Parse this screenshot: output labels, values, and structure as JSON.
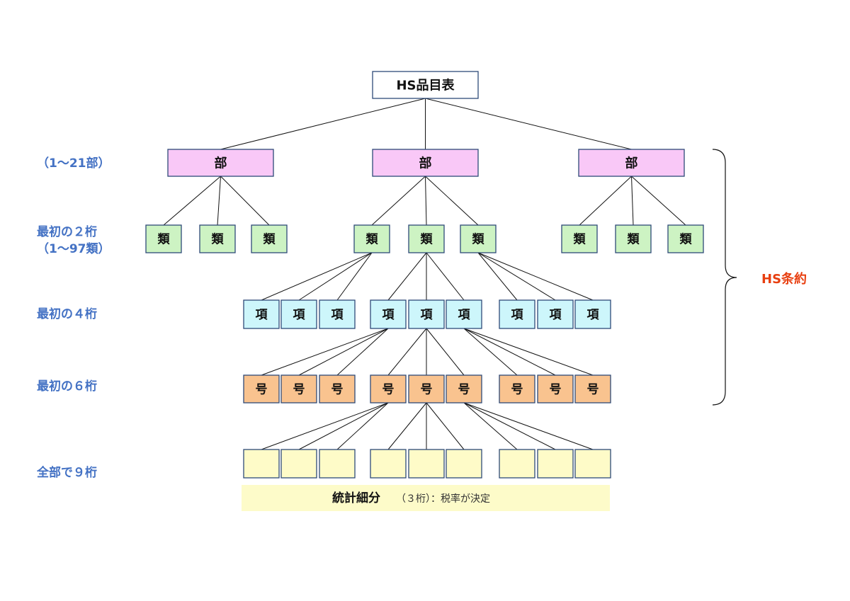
{
  "colors": {
    "root_fill": "#ffffff",
    "bu_fill": "#f9c8f7",
    "rui_fill": "#cdf3c3",
    "kou_fill": "#cdf6fb",
    "gou_fill": "#f9c38f",
    "detail_fill": "#fefbc8",
    "note_fill": "#fdfbc9",
    "border": "#2e4a78",
    "side_label": "#4472c4",
    "convention": "#e83f10"
  },
  "diagram": {
    "root": "HS品目表",
    "bu": "部",
    "rui": "類",
    "kou": "項",
    "gou": "号",
    "note_main": "統計細分",
    "note_sub": "（３桁）：税率が決定",
    "convention": "HS条約"
  },
  "side_labels": {
    "bu_range": "（1～21部）",
    "two_digit": "最初の２桁",
    "rui_range": "（1～97類）",
    "four_digit": "最初の４桁",
    "six_digit": "最初の６桁",
    "nine_digit": "全部で９桁"
  }
}
